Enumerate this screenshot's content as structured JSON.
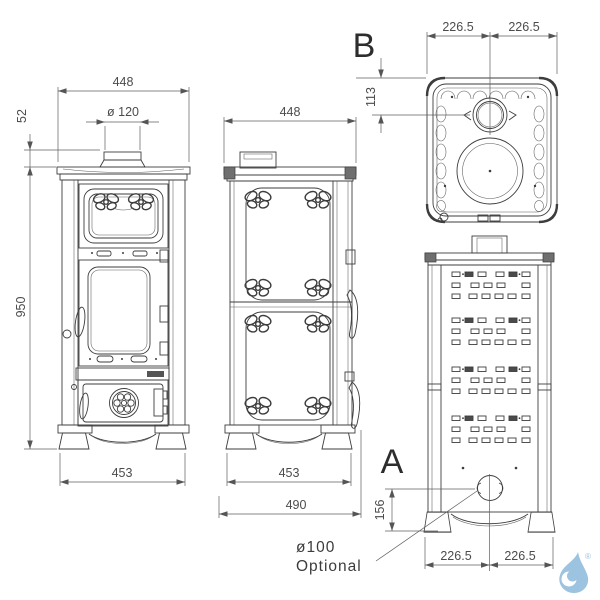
{
  "drawing": {
    "title": "stove-technical-drawing",
    "views": {
      "front": {
        "dims": {
          "top_width": "448",
          "flue_diameter": "ø 120",
          "collar_height": "52",
          "total_height": "950",
          "base_width": "453"
        }
      },
      "side": {
        "dims": {
          "top_width": "448",
          "base_width": "453",
          "total_depth": "490"
        }
      },
      "top": {
        "label": "B",
        "dims": {
          "half_left": "226.5",
          "half_right": "226.5",
          "flue_offset": "113"
        }
      },
      "back": {
        "label": "A",
        "dims": {
          "outlet_height": "156",
          "half_left": "226.5",
          "half_right": "226.5"
        },
        "note": {
          "line1": "ø100",
          "line2": "Optional"
        }
      }
    },
    "logo": {
      "color": "#9cc3df",
      "registered": "®"
    }
  }
}
